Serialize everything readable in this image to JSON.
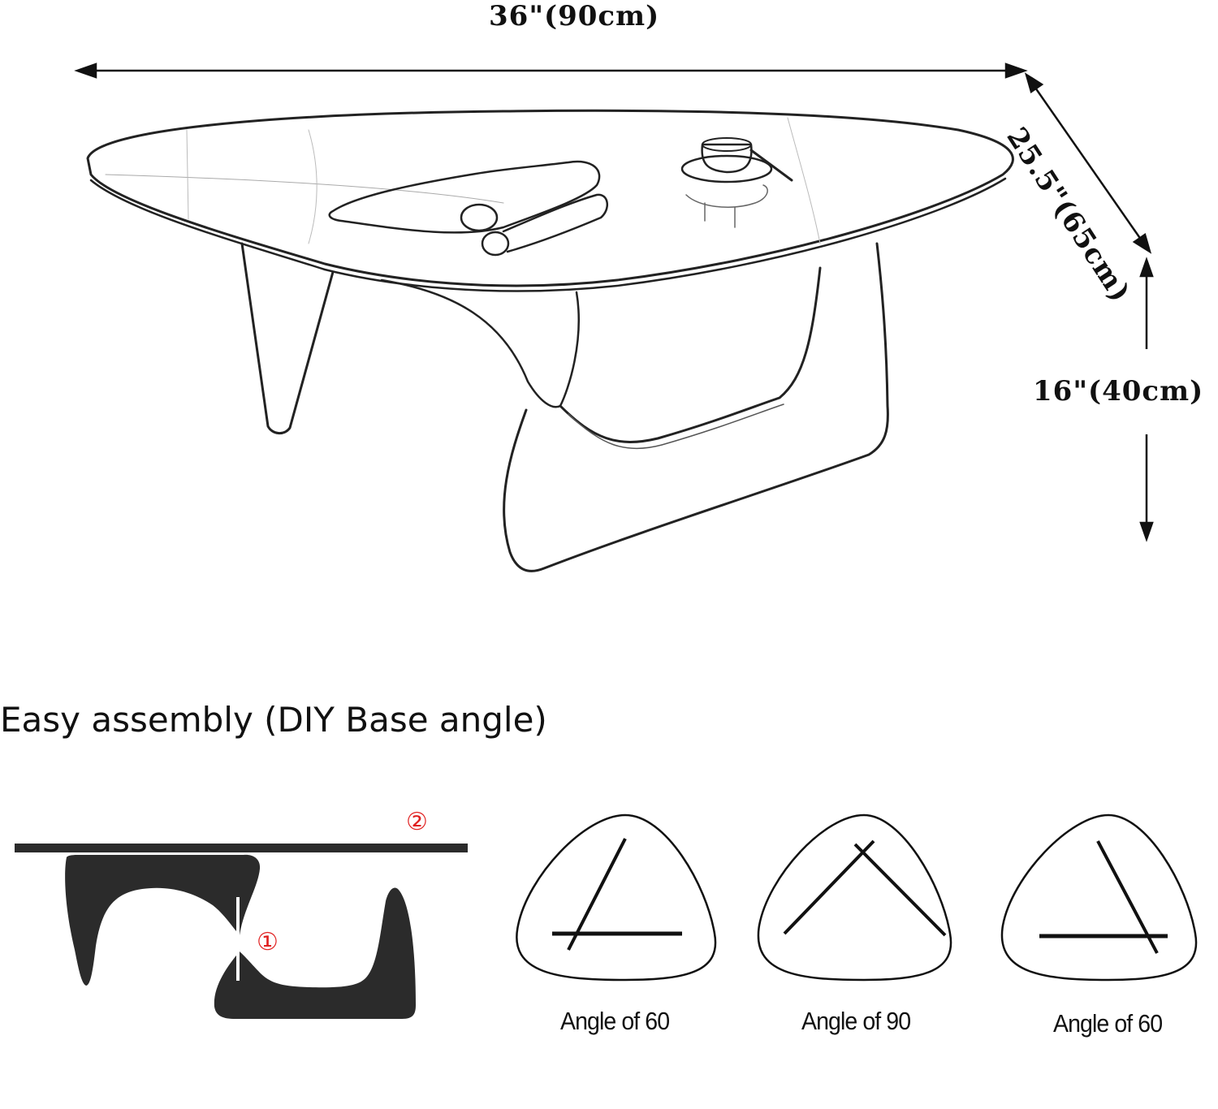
{
  "dimensions": {
    "width": "36\"(90cm)",
    "depth": "25.5\"(65cm)",
    "height": "16\"(40cm)"
  },
  "assembly": {
    "heading": "Easy assembly (DIY Base angle)",
    "markers": {
      "step1": "①",
      "step2": "②"
    },
    "marker_color": "#e02020",
    "base_color": "#2b2b2b",
    "options": [
      {
        "label": "Angle of 60"
      },
      {
        "label": "Angle of 90"
      },
      {
        "label": "Angle of 60"
      }
    ]
  }
}
